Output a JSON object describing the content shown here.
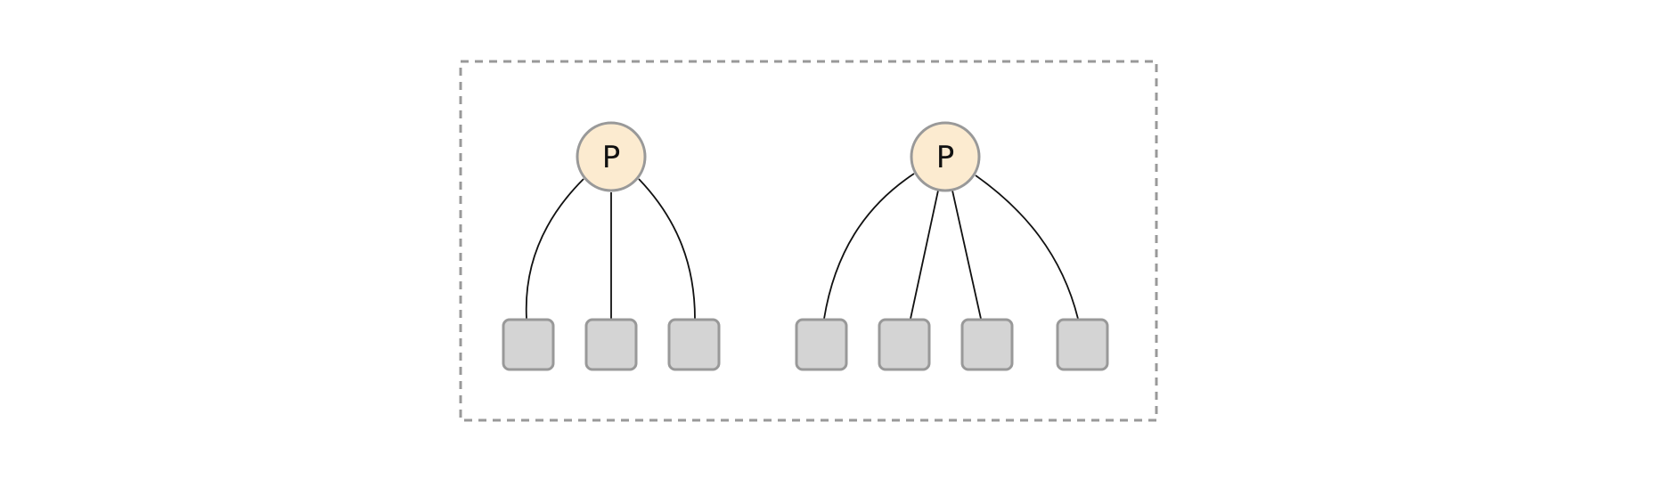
{
  "diagram": {
    "trees": [
      {
        "parent": {
          "label": "P"
        },
        "child_count": 3
      },
      {
        "parent": {
          "label": "P"
        },
        "child_count": 4
      }
    ],
    "colors": {
      "parent_fill": "#fcebd0",
      "node_stroke": "#999999",
      "child_fill": "#d4d4d4",
      "edge": "#111111",
      "boundary": "#999999"
    }
  }
}
